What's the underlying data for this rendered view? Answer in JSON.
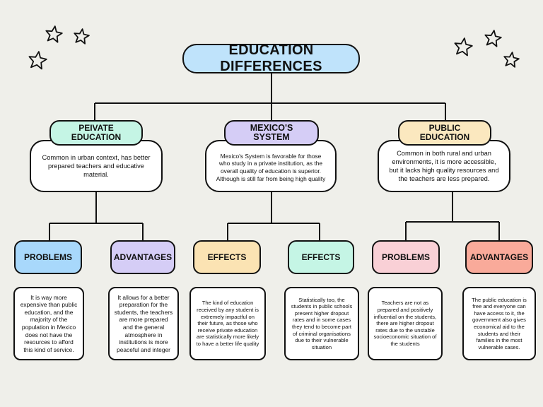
{
  "title": "EDUCATION DIFFERENCES",
  "colors": {
    "title_bg": "#bfe3fb",
    "private_bg": "#c5f5e5",
    "mexico_bg": "#d5cdf6",
    "public_bg": "#fbe8bf",
    "problems_blue": "#a8d8fb",
    "advantages_purple": "#d5cdf6",
    "effects_yellow": "#fbe3b3",
    "effects_mint": "#c5f5e5",
    "problems_pink": "#f9d0d6",
    "advantages_salmon": "#f9aa9a"
  },
  "decor": [
    "star-icon",
    "star-icon",
    "star-icon",
    "star-icon",
    "star-icon",
    "star-icon"
  ],
  "branches": [
    {
      "header": "PEIVATE\nEDUCATION",
      "description": "Common in urban context, has better prepared teachers and educative material.",
      "children": [
        {
          "label": "PROBLEMS",
          "text": "It is way more expensive than public education, and the majority of the population in Mexico does not have the resources to afford this kind of service."
        },
        {
          "label": "ADVANTAGES",
          "text": "It allows for a better preparation for the students, the teachers are more prepared and the general atmosphere in institutions is more peaceful and integer"
        }
      ]
    },
    {
      "header": "MEXICO'S\nSYSTEM",
      "description": "Mexico's System is favorable for those who study in a private institution, as the overall quality of education is superior. Although is still far from being high quality",
      "children": [
        {
          "label": "EFFECTS",
          "text": "The kind of education received by any student is extremely impactful on their future, as those who receive private education are statistically more likely to have a better life quality"
        },
        {
          "label": "EFFECTS",
          "text": "Statistically too, the students in public schools present higher dropout rates and in some cases they tend to become part of criminal organisations due to their vulnerable situation"
        }
      ]
    },
    {
      "header": "PUBLIC\nEDUCATION",
      "description": "Common in both rural and urban environments, it is more accessible, but it lacks high quality resources and the teachers are less prepared.",
      "children": [
        {
          "label": "PROBLEMS",
          "text": "Teachers are not as prepared and positively influential on the students, there are higher dropout rates due to the unstable socioeconomic situation of the students"
        },
        {
          "label": "ADVANTAGES",
          "text": "The public education is free and everyone can have access to it, the government also gives economical aid to the students and their families in the most vulnerable cases."
        }
      ]
    }
  ]
}
